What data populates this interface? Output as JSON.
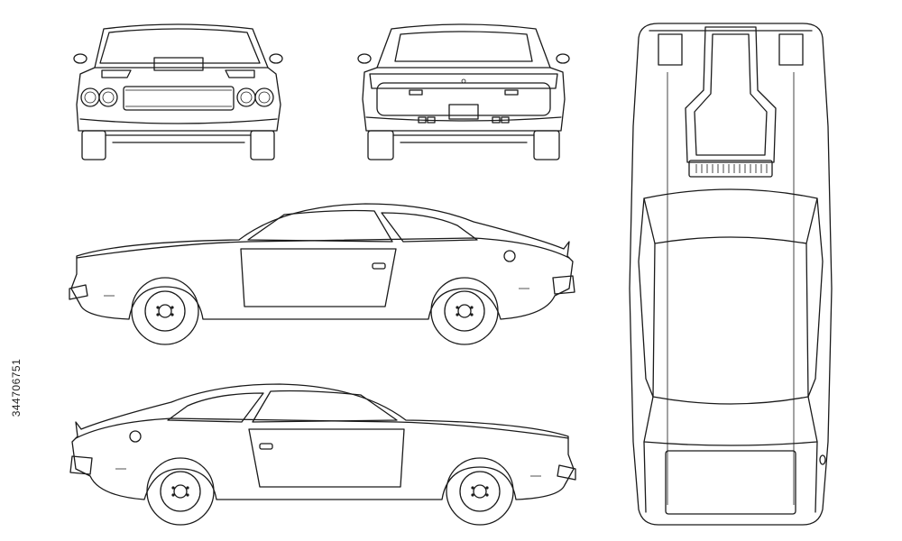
{
  "image": {
    "stock_id": "344706751",
    "stroke_color": "#1a1a1a",
    "background_color": "#ffffff"
  },
  "views": [
    {
      "id": "front",
      "label": ""
    },
    {
      "id": "rear",
      "label": ""
    },
    {
      "id": "side-left-facing",
      "label": ""
    },
    {
      "id": "side-right-facing",
      "label": ""
    },
    {
      "id": "top",
      "label": ""
    }
  ]
}
